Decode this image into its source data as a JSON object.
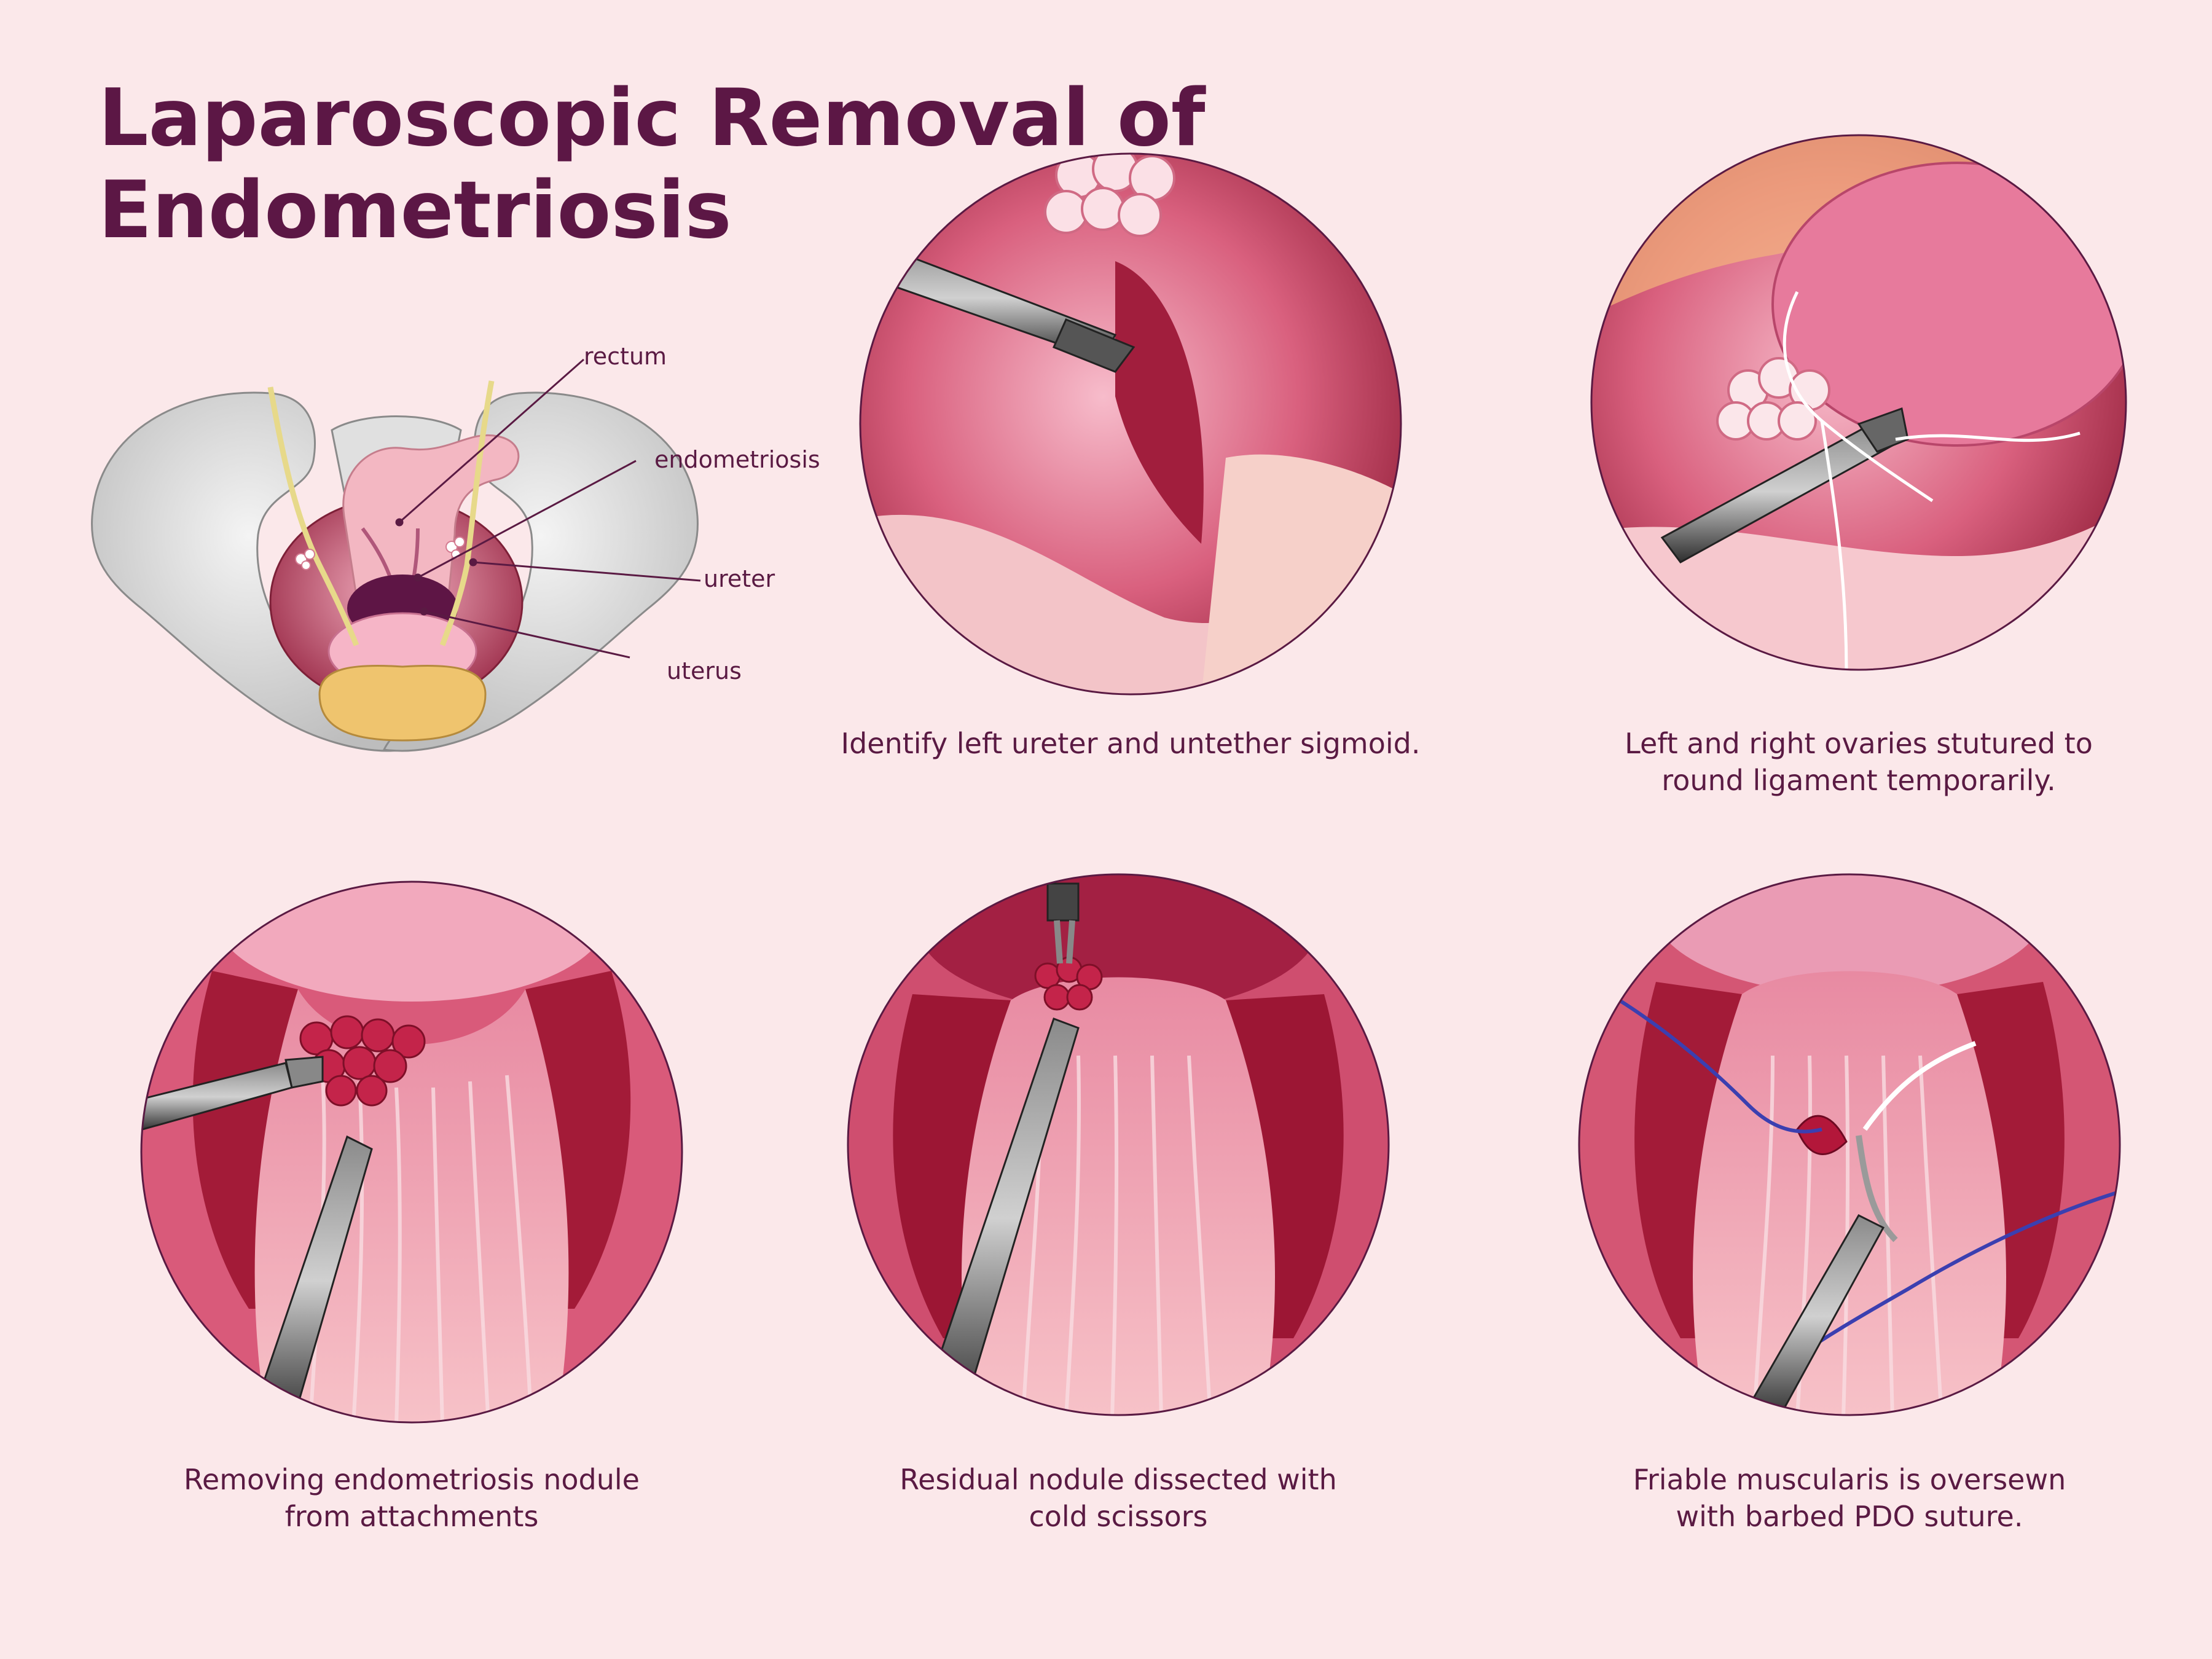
{
  "title": {
    "line1": "Laparoscopic Removal of",
    "line2": "Endometriosis"
  },
  "anatomy": {
    "labels": {
      "rectum": "rectum",
      "endometriosis": "endometriosis",
      "ureter": "ureter",
      "uterus": "uterus"
    }
  },
  "panels": [
    {
      "caption_lines": [
        "Identify left ureter and untether sigmoid."
      ]
    },
    {
      "caption_lines": [
        "Left and right ovaries stutured to",
        "round ligament temporarily."
      ]
    },
    {
      "caption_lines": [
        "Removing endometriosis nodule",
        "from attachments"
      ]
    },
    {
      "caption_lines": [
        "Residual nodule dissected with",
        "cold scissors"
      ]
    },
    {
      "caption_lines": [
        "Friable muscularis is oversewn",
        "with barbed PDO suture."
      ]
    }
  ],
  "colors": {
    "background": "#fbe8ea",
    "title": "#5c1745",
    "caption": "#5a1a43",
    "tissue": "#d94f6e",
    "instrument": "#3a3a3a",
    "suture_barbed": "#3b3fb0"
  }
}
